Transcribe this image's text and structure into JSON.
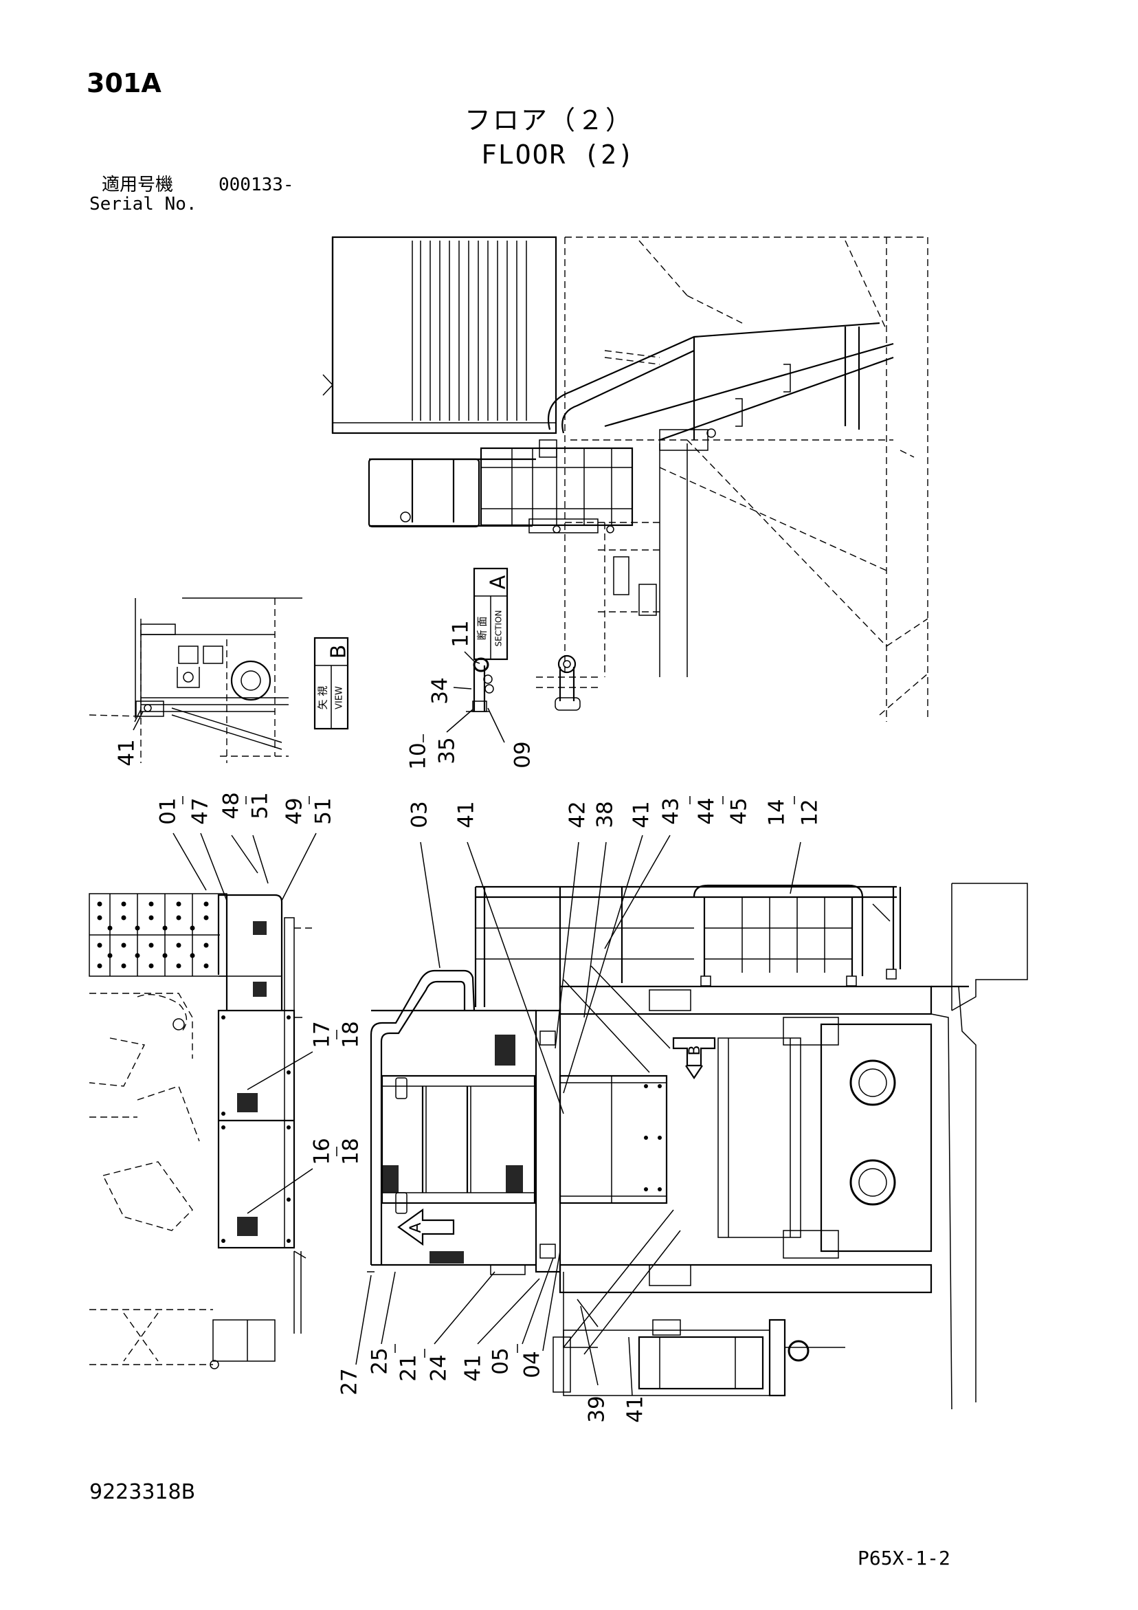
{
  "header": {
    "page_number": "301A",
    "title_jp": "フロア（２）",
    "title_en": "FLOOR (2)",
    "serial_label_jp": "適用号機",
    "serial_value": "000133-",
    "serial_label_en": "Serial No."
  },
  "footer": {
    "doc_number": "9223318B",
    "model_ref": "P65X-1-2"
  },
  "views": {
    "section_a": {
      "jp": "断 面",
      "en": "SECTION",
      "letter": "A"
    },
    "view_b": {
      "jp": "矢 視",
      "en": "VIEW",
      "letter": "B"
    }
  },
  "callouts": {
    "view_b": [
      "41"
    ],
    "section_a": [
      "11",
      "34",
      "10",
      "35",
      "09"
    ],
    "main_top": [
      "01",
      "47",
      "48",
      "51",
      "49",
      "51",
      "03",
      "41",
      "42",
      "38",
      "41",
      "43",
      "44",
      "45",
      "14",
      "12"
    ],
    "main_left": [
      "17",
      "18",
      "16",
      "18"
    ],
    "main_bottom": [
      "27",
      "25",
      "21",
      "24",
      "41",
      "05",
      "04",
      "39",
      "41"
    ],
    "arrows": [
      "A",
      "B"
    ]
  }
}
